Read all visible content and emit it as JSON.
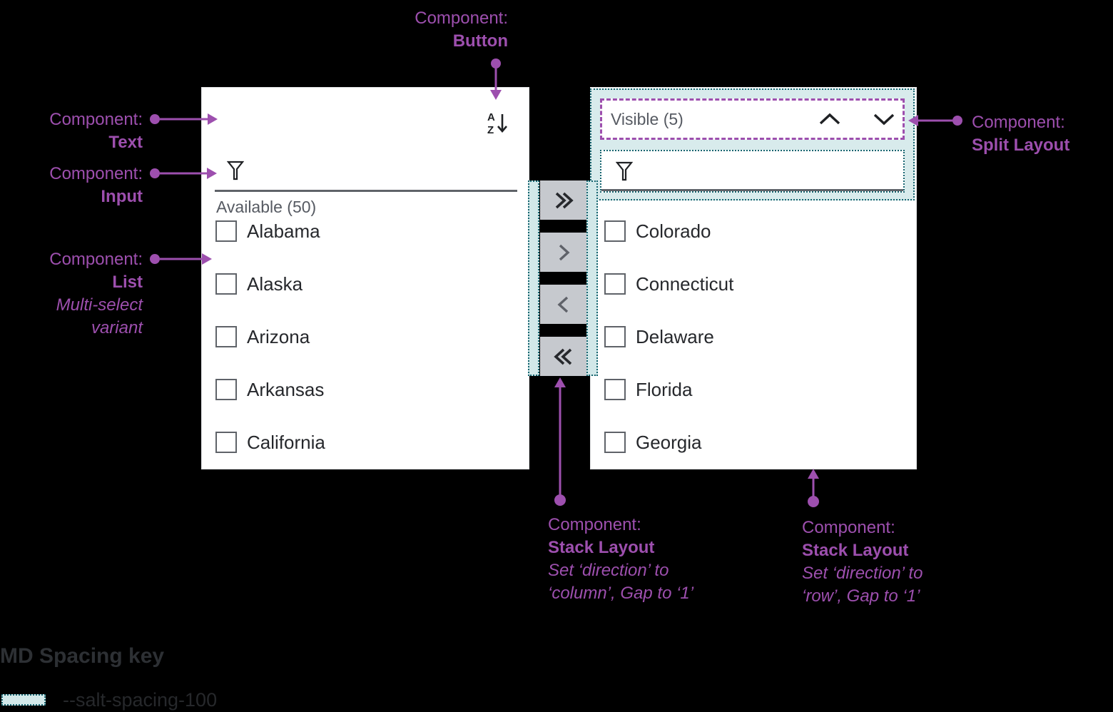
{
  "panels": {
    "available": {
      "title": "Available (50)",
      "sort_button_icon": "sort-az-icon",
      "filter": {
        "value": "",
        "icon": "filter-icon"
      },
      "items": [
        {
          "label": "Alabama",
          "checked": false
        },
        {
          "label": "Alaska",
          "checked": false
        },
        {
          "label": "Arizona",
          "checked": false
        },
        {
          "label": "Arkansas",
          "checked": false
        },
        {
          "label": "California",
          "checked": false
        }
      ]
    },
    "visible": {
      "title": "Visible (5)",
      "move_up_icon": "chevron-up-icon",
      "move_down_icon": "chevron-down-icon",
      "filter": {
        "value": "",
        "icon": "filter-icon"
      },
      "items": [
        {
          "label": "Colorado",
          "checked": false
        },
        {
          "label": "Connecticut",
          "checked": false
        },
        {
          "label": "Delaware",
          "checked": false
        },
        {
          "label": "Florida",
          "checked": false
        },
        {
          "label": "Georgia",
          "checked": false
        }
      ]
    }
  },
  "transfer_buttons": [
    {
      "icon": "double-chevron-right-icon"
    },
    {
      "icon": "chevron-right-icon"
    },
    {
      "icon": "chevron-left-icon"
    },
    {
      "icon": "double-chevron-left-icon"
    }
  ],
  "annotations": {
    "button": {
      "prefix": "Component:",
      "name": "Button"
    },
    "text": {
      "prefix": "Component:",
      "name": "Text"
    },
    "input": {
      "prefix": "Component:",
      "name": "Input"
    },
    "list": {
      "prefix": "Component:",
      "name": "List",
      "note_line1": "Multi-select",
      "note_line2": "variant"
    },
    "split_layout": {
      "prefix": "Component:",
      "name": "Split Layout"
    },
    "stack_column": {
      "prefix": "Component:",
      "name": "Stack Layout",
      "note_line1": "Set ‘direction’ to",
      "note_line2": "‘column’, Gap to ‘1’"
    },
    "stack_row": {
      "prefix": "Component:",
      "name": "Stack Layout",
      "note_line1": "Set ‘direction’ to",
      "note_line2": "‘row’, Gap to ‘1’"
    }
  },
  "spacing_key": {
    "title": "MD Spacing key",
    "token_label": "--salt-spacing-100"
  },
  "colors": {
    "annotation_purple": "#9d4fae",
    "spacing_teal_border": "#15646f",
    "spacing_teal_fill": "#d2e8e9",
    "button_background": "#c6c9ce",
    "panel_background": "#ffffff",
    "text_primary": "#26282c",
    "text_secondary": "#565a62",
    "page_background": "#000000"
  }
}
